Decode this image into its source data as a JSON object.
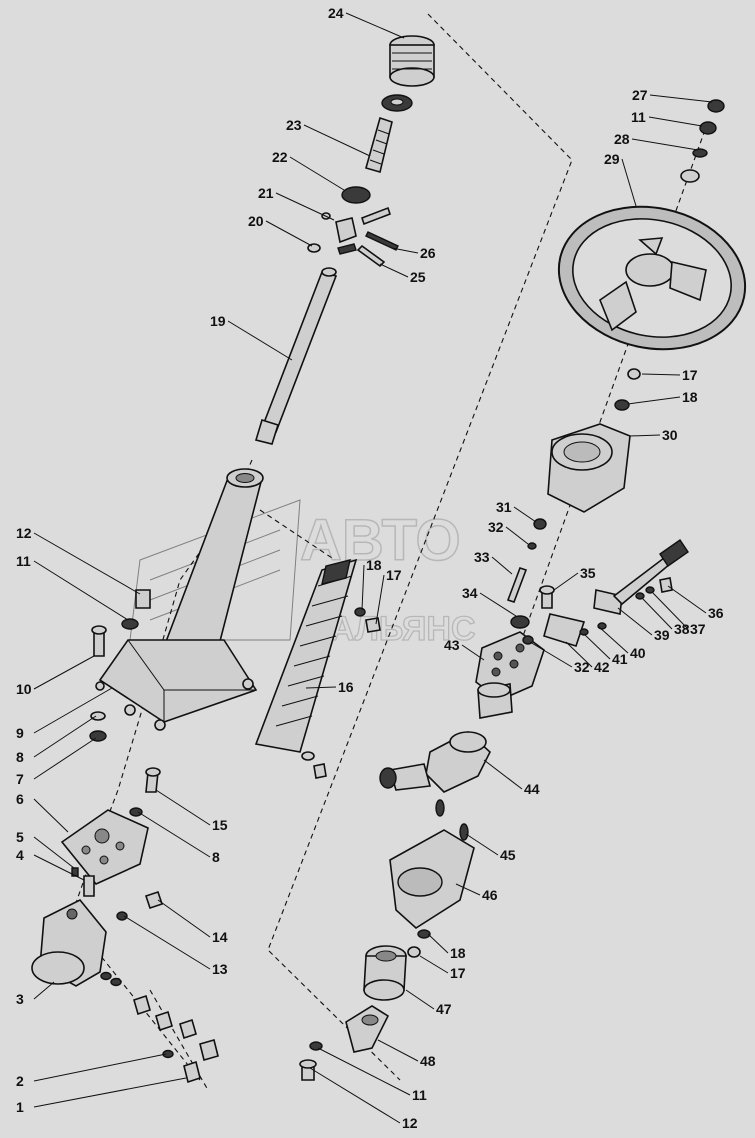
{
  "diagram": {
    "watermark": {
      "line1": "АВТО",
      "line2": "АЛЬЯНС"
    },
    "callouts": [
      "1",
      "2",
      "3",
      "4",
      "5",
      "6",
      "7",
      "8",
      "8",
      "9",
      "10",
      "11",
      "11",
      "11",
      "12",
      "12",
      "13",
      "14",
      "15",
      "16",
      "17",
      "17",
      "17",
      "18",
      "18",
      "18",
      "19",
      "20",
      "21",
      "22",
      "23",
      "24",
      "25",
      "26",
      "27",
      "28",
      "29",
      "30",
      "31",
      "32",
      "32",
      "33",
      "34",
      "35",
      "36",
      "37",
      "38",
      "39",
      "40",
      "41",
      "42",
      "43",
      "44",
      "45",
      "46",
      "47",
      "48"
    ]
  }
}
